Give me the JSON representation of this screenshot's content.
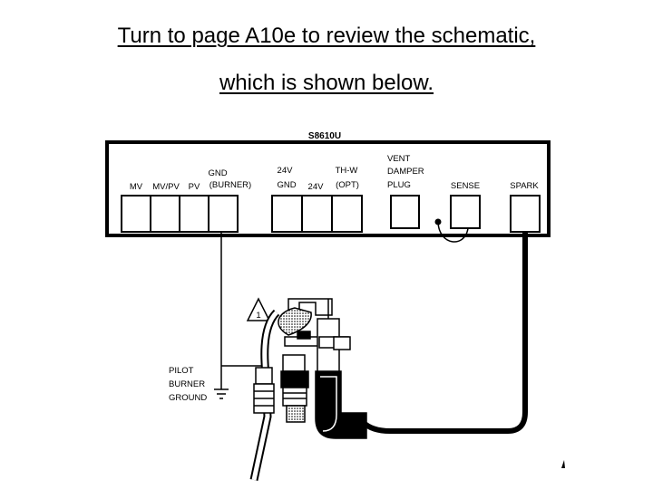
{
  "caption": {
    "line1": "Turn to page A10e to review the schematic,",
    "line2": "which is shown below."
  },
  "schematic": {
    "module_title": "S8610U",
    "terminals": {
      "mv": "MV",
      "mvpv": "MV/PV",
      "pv": "PV",
      "gnd_line1": "GND",
      "gnd_line2": "(BURNER)",
      "gnd24_line1": "24V",
      "gnd24_line2": "GND",
      "v24": "24V",
      "thw_line1": "TH-W",
      "thw_line2": "(OPT)",
      "vent_line1": "VENT",
      "vent_line2": "DAMPER",
      "vent_line3": "PLUG",
      "sense": "SENSE",
      "spark": "SPARK"
    },
    "warning_symbol_number": "1",
    "pilot_ground_label": [
      "PILOT",
      "BURNER",
      "GROUND"
    ]
  }
}
